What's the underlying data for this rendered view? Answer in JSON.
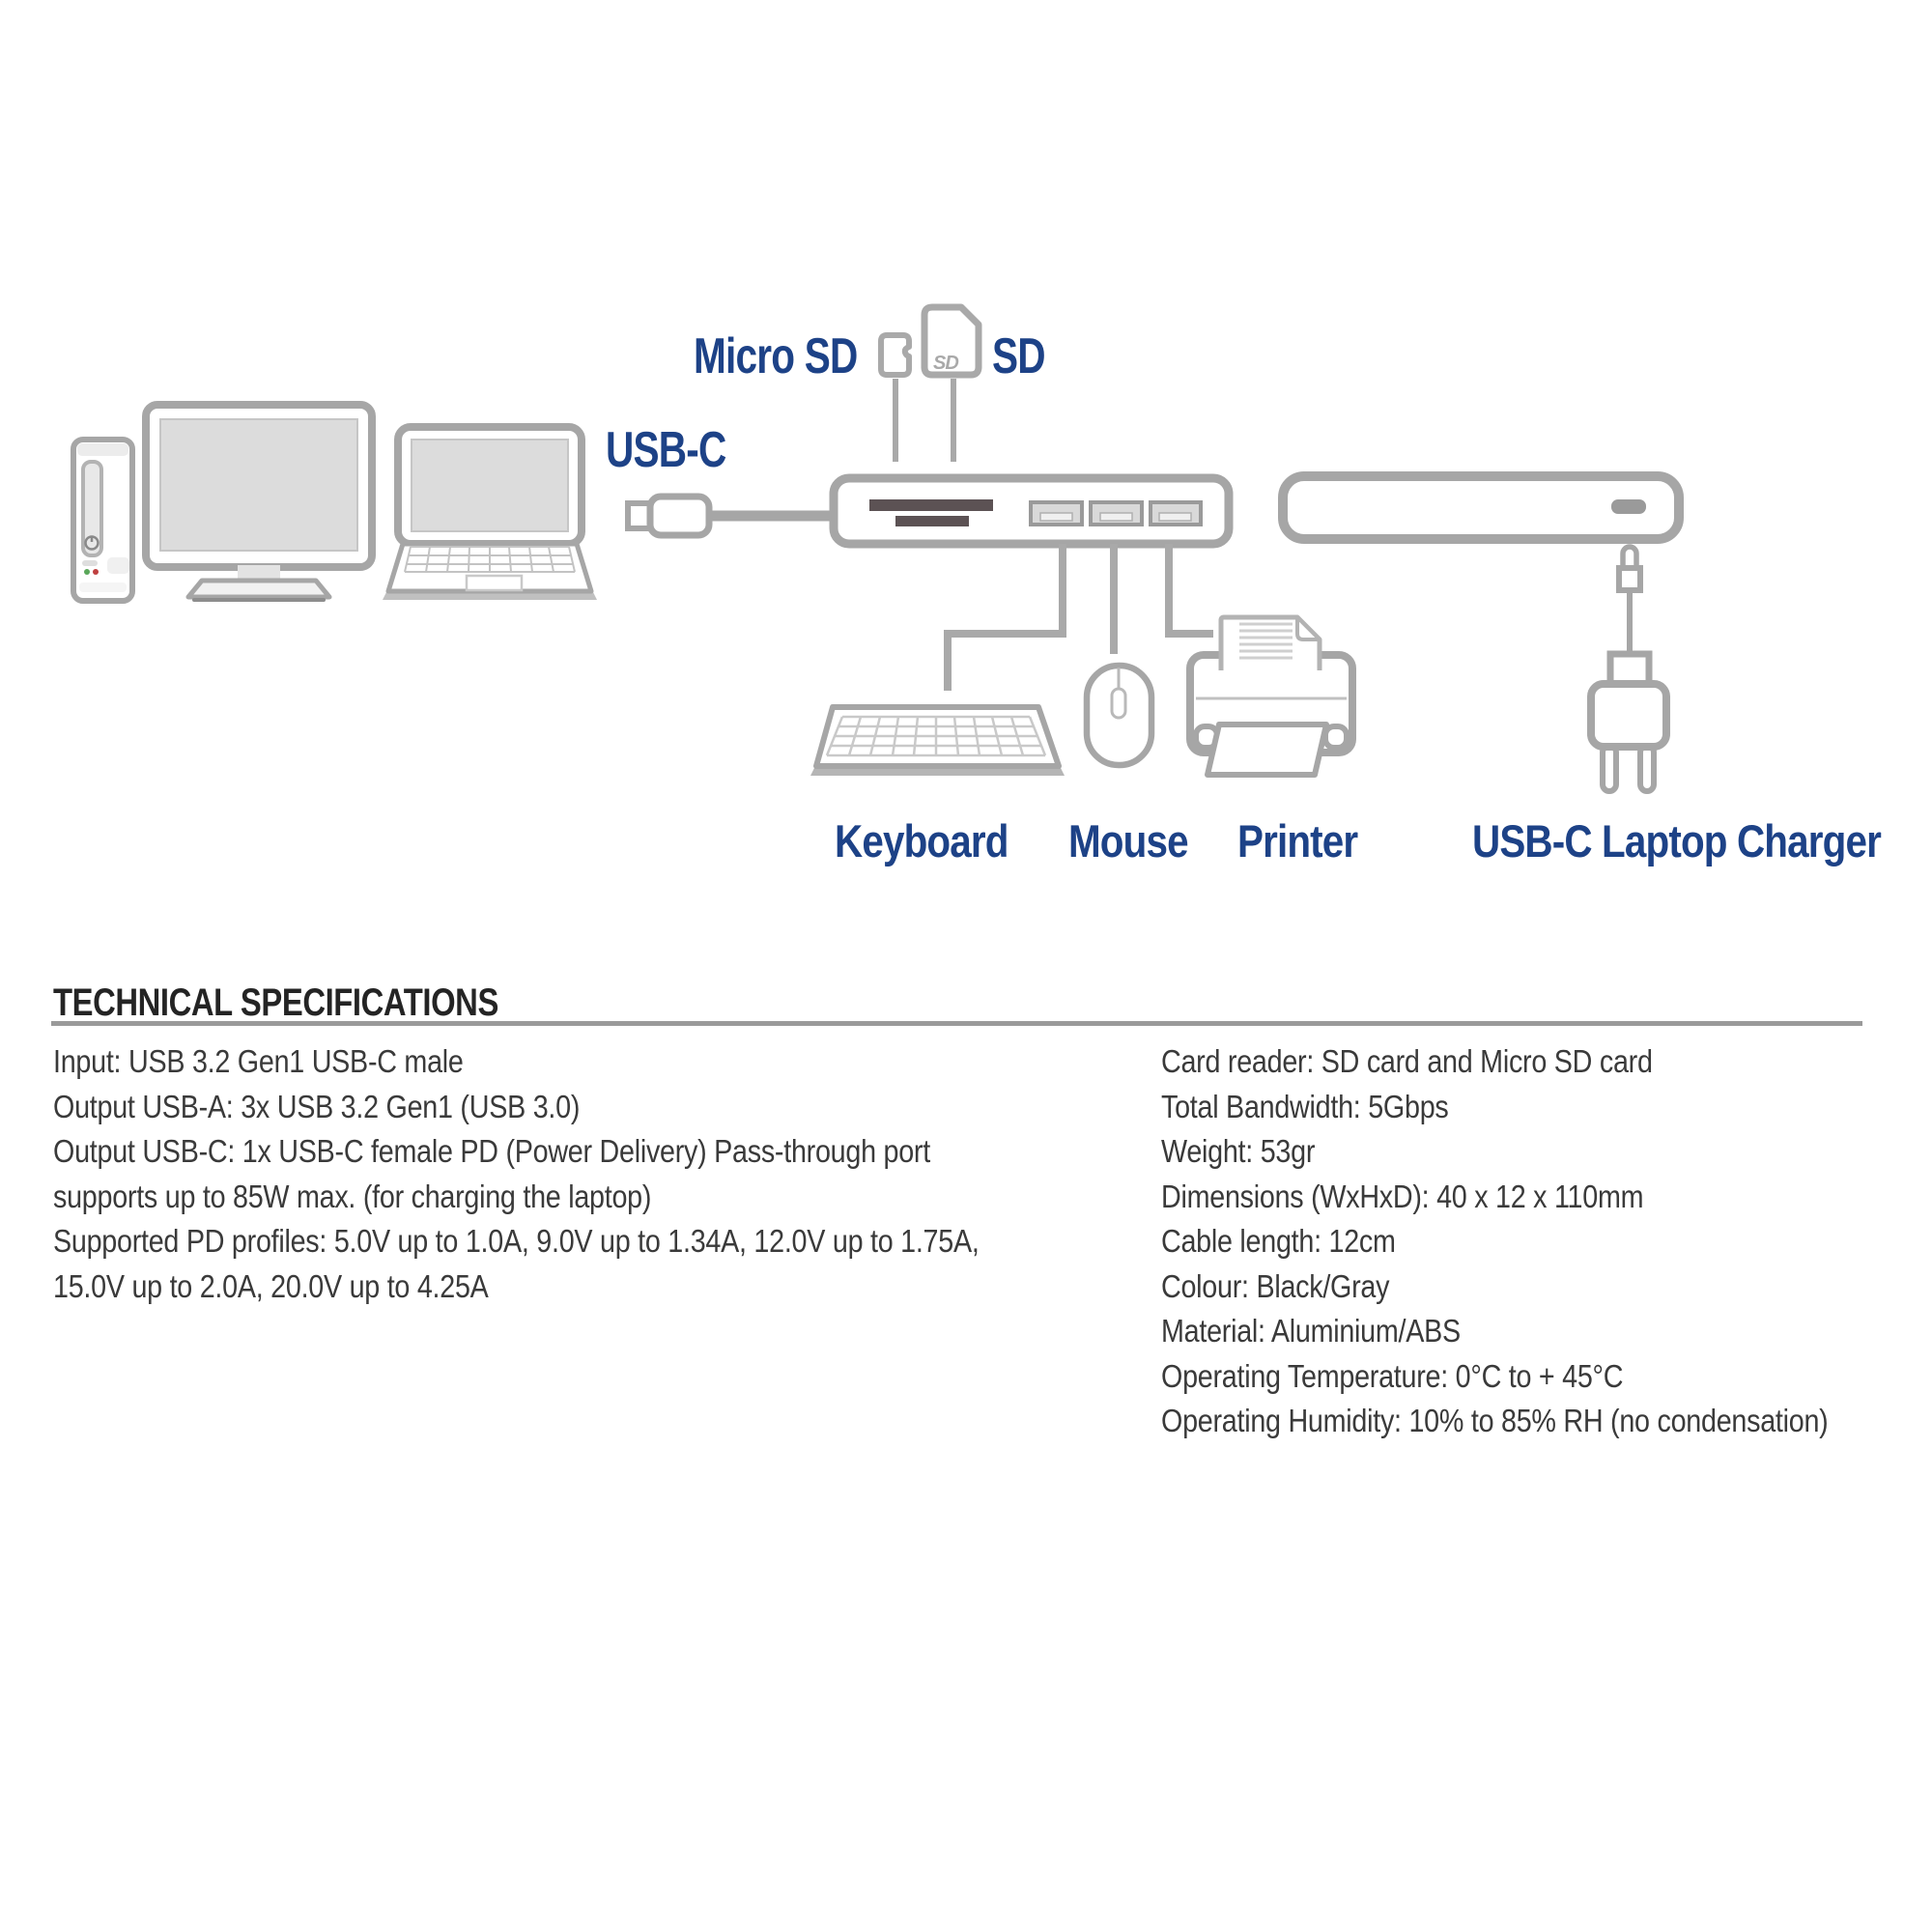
{
  "diagram": {
    "labels": {
      "micro_sd": "Micro SD",
      "sd": "SD",
      "usb_c": "USB-C",
      "keyboard": "Keyboard",
      "mouse": "Mouse",
      "printer": "Printer",
      "charger": "USB-C Laptop Charger"
    },
    "sd_card_logo": "SD"
  },
  "specs": {
    "heading": "TECHNICAL SPECIFICATIONS",
    "left": [
      "Input: USB 3.2 Gen1 USB-C male",
      "Output USB-A: 3x USB 3.2 Gen1 (USB 3.0)",
      "Output USB-C: 1x USB-C female PD (Power Delivery) Pass-through port",
      "supports up to 85W max. (for charging the laptop)",
      "Supported PD profiles: 5.0V up to 1.0A, 9.0V up to 1.34A, 12.0V up to 1.75A,",
      "15.0V up to 2.0A, 20.0V up to 4.25A"
    ],
    "right": [
      "Card reader: SD card and Micro SD card",
      "Total Bandwidth: 5Gbps",
      "Weight: 53gr",
      "Dimensions (WxHxD): 40 x 12 x 110mm",
      "Cable length: 12cm",
      "Colour: Black/Gray",
      "Material: Aluminium/ABS",
      "Operating Temperature: 0°C to + 45°C",
      "Operating Humidity: 10% to 85% RH (no condensation)"
    ]
  },
  "colors": {
    "label_navy": "#1d4287",
    "outline_gray": "#a6a6a6",
    "screen_gray": "#dcdcdc",
    "slot_dark": "#5c5254",
    "port_fill": "#d9d9d9",
    "heading_text": "#242424",
    "body_text": "#3a3a3a",
    "divider_gray": "#9a9a9a",
    "background": "#ffffff"
  }
}
